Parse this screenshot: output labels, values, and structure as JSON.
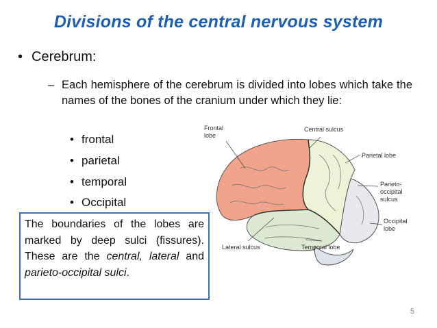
{
  "title": "Divisions of the central nervous system",
  "bullet": "Cerebrum:",
  "sub_dash": "–",
  "sub_text": "Each hemisphere of the cerebrum is divided into lobes which take the names of the bones of the cranium under which they lie:",
  "lobes": [
    "frontal",
    "parietal",
    "temporal",
    "Occipital"
  ],
  "note": {
    "text1": "The boundaries of the lobes are marked by deep sulci (fissures). These are the",
    "it1": "central, lateral",
    "mid": "and",
    "it2": "parieto-occipital sulci",
    "end": "."
  },
  "diagram_labels": {
    "frontal_1": "Frontal",
    "frontal_2": "lobe",
    "central": "Central sulcus",
    "parietal": "Parietal lobe",
    "po_1": "Parieto-",
    "po_2": "occipital",
    "po_3": "sulcus",
    "occ_1": "Occipital",
    "occ_2": "lobe",
    "lateral": "Lateral sulcus",
    "temporal": "Temporal lobe"
  },
  "colors": {
    "title": "#1f5fb0",
    "frontal_lobe": "#f0a48c",
    "parietal_lobe": "#eef3d8",
    "temporal_lobe": "#dbe8d2",
    "occipital_lobe": "#e7e9ee",
    "note_border": "#3e73b3"
  },
  "page_number": "5"
}
